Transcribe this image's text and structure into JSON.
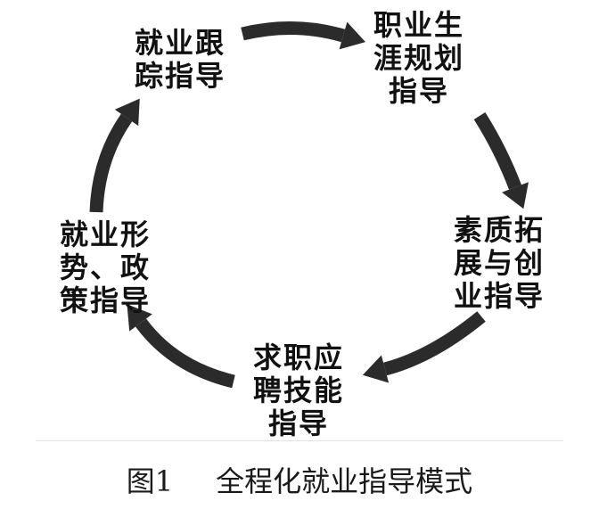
{
  "nodes": [
    {
      "lines": [
        "就业跟",
        "踪指导"
      ]
    },
    {
      "lines": [
        "职业生",
        "涯规划",
        "指导"
      ]
    },
    {
      "lines": [
        "素质拓",
        "展与创",
        "业指导"
      ]
    },
    {
      "lines": [
        "求职应",
        "聘技能",
        "指导"
      ]
    },
    {
      "lines": [
        "就业形",
        "势、政",
        "策指导"
      ]
    }
  ],
  "caption": {
    "figure_number": "图1",
    "title": "全程化就业指导模式"
  },
  "colors": {
    "arrow": "#2b2b2b",
    "text": "#111111"
  }
}
